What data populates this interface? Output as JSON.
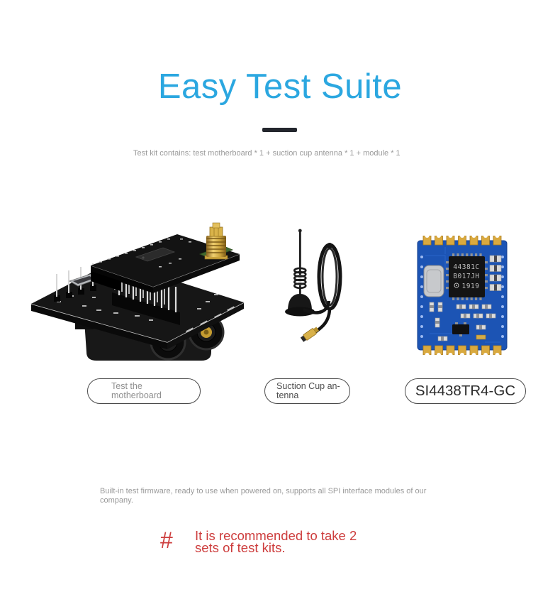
{
  "colors": {
    "title_blue": "#2ba7e0",
    "divider_dark": "#23262d",
    "body_text_gray": "#9a9a9a",
    "pill_border": "#4a4a4a",
    "note_red": "#cd3c3c",
    "pcb_blue": "#1c54b4",
    "gold": "#d9a93f"
  },
  "header": {
    "title": "Easy Test Suite",
    "subtitle": "Test kit contains: test motherboard * 1 + suction cup antenna * 1 + module * 1"
  },
  "products": [
    {
      "name": "test-motherboard",
      "label_line1": "Test the",
      "label_line2": "motherboard"
    },
    {
      "name": "suction-cup-antenna",
      "label_line1": "Suction Cup an-",
      "label_line2": "tenna"
    },
    {
      "name": "rf-module",
      "label_line1": "SI4438TR4-GC",
      "label_line2": ""
    }
  ],
  "module_markings": {
    "line1": "44381C",
    "line2": "B017JH",
    "line3": "1919"
  },
  "footer": {
    "description": "Built-in test firmware, ready to use when powered on, supports all SPI interface modules of our company.",
    "note_symbol": "#",
    "note_text": "It is recommended to take 2 sets of test kits."
  }
}
